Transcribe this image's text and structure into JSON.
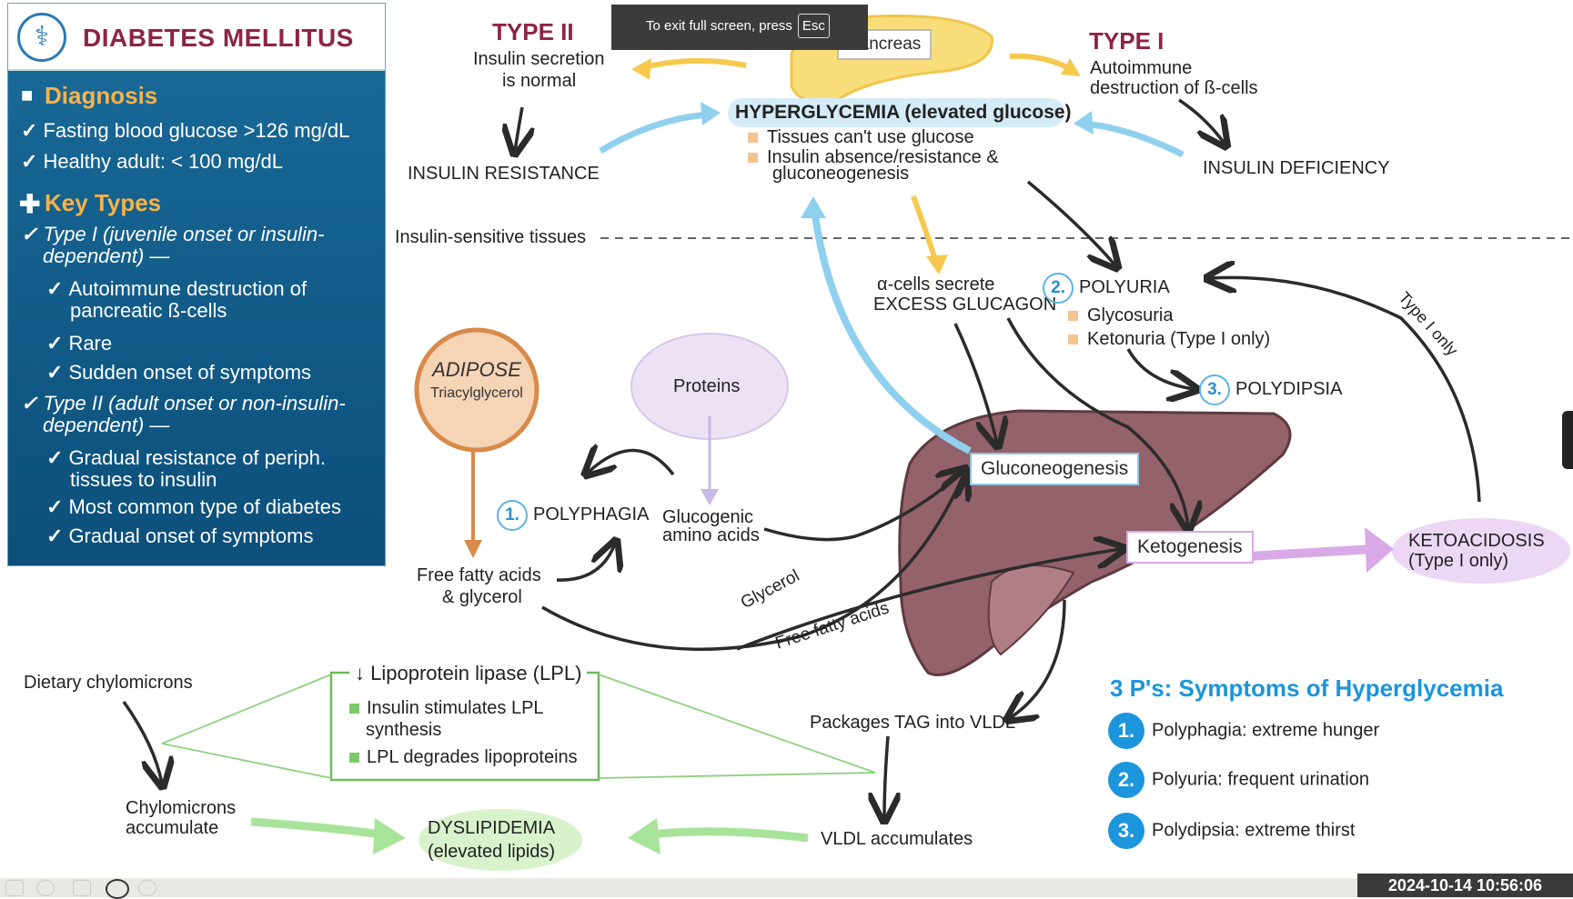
{
  "panel": {
    "title": "DIABETES MELLITUS",
    "diagnosis_title": "Diagnosis",
    "diagnosis_items": [
      "Fasting blood glucose >126 mg/dL",
      "Healthy adult: < 100 mg/dL"
    ],
    "key_types_title": "Key Types",
    "type1_heading_1": "Type I (juvenile onset or insulin-",
    "type1_heading_2": "dependent) —",
    "type1_items": [
      "Autoimmune destruction of",
      "pancreatic ß-cells",
      "Rare",
      "Sudden onset of symptoms"
    ],
    "type2_heading_1": "Type II (adult onset or non-insulin-",
    "type2_heading_2": "dependent) —",
    "type2_items": [
      "Gradual resistance of periph.",
      "tissues to insulin",
      "Most common type of diabetes",
      "Gradual onset of symptoms"
    ]
  },
  "diagram": {
    "type2_title": "TYPE II",
    "type2_desc_1": "Insulin secretion",
    "type2_desc_2": "is normal",
    "insulin_resistance": "INSULIN RESISTANCE",
    "pancreas": "Pancreas",
    "hyperglycemia": "HYPERGLYCEMIA (elevated glucose)",
    "hyper_items": [
      "Tissues can't use glucose",
      "Insulin absence/resistance &",
      "gluconeogenesis"
    ],
    "type1_title": "TYPE I",
    "type1_desc_1": "Autoimmune",
    "type1_desc_2": "destruction of ß-cells",
    "insulin_deficiency": "INSULIN DEFICIENCY",
    "insulin_sensitive": "Insulin-sensitive tissues",
    "alpha_1": "α-cells secrete",
    "alpha_2": "EXCESS GLUCAGON",
    "polyuria_num": "2.",
    "polyuria": "POLYURIA",
    "polyuria_items": [
      "Glycosuria",
      "Ketonuria (Type I only)"
    ],
    "polydipsia_num": "3.",
    "polydipsia": "POLYDIPSIA",
    "type1_only": "Type I only",
    "adipose": "ADIPOSE",
    "tag": "Triacylglycerol",
    "proteins": "Proteins",
    "polyphagia_num": "1.",
    "polyphagia": "POLYPHAGIA",
    "glucogenic_1": "Glucogenic",
    "glucogenic_2": "amino acids",
    "gluconeogenesis": "Gluconeogenesis",
    "ketogenesis": "Ketogenesis",
    "ketoacidosis_1": "KETOACIDOSIS",
    "ketoacidosis_2": "(Type I only)",
    "ffa_1": "Free fatty acids",
    "ffa_2": "& glycerol",
    "glycerol": "Glycerol",
    "free_fatty_acids": "Free fatty acids",
    "dietary": "Dietary chylomicrons",
    "lpl_title": "↓ Lipoprotein lipase (LPL)",
    "lpl_items": [
      "Insulin stimulates LPL",
      "synthesis",
      "LPL degrades lipoproteins"
    ],
    "chylo_1": "Chylomicrons",
    "chylo_2": "accumulate",
    "dyslipidemia_1": "DYSLIPIDEMIA",
    "dyslipidemia_2": "(elevated lipids)",
    "packages": "Packages TAG into VLDL",
    "vldl": "VLDL accumulates"
  },
  "symptoms": {
    "title": "3 P's: Symptoms of Hyperglycemia",
    "items": [
      {
        "num": "1.",
        "text": "Polyphagia: extreme hunger"
      },
      {
        "num": "2.",
        "text": "Polyuria: frequent urination"
      },
      {
        "num": "3.",
        "text": "Polydipsia: extreme thirst"
      }
    ]
  },
  "overlay": {
    "toast_text": "To exit full screen, press",
    "toast_key": "Esc",
    "timestamp": "2024-10-14  10:56:06"
  },
  "colors": {
    "panel_blue": "#0f5f8e",
    "title_maroon": "#8e2445",
    "accent_orange": "#f6b34a",
    "liver": "#8e5f66",
    "arrow_blue": "#8fd0ef",
    "arrow_yellow": "#f6c94e",
    "arrow_purple": "#d9a9e8",
    "arrow_green": "#a8e39a"
  }
}
